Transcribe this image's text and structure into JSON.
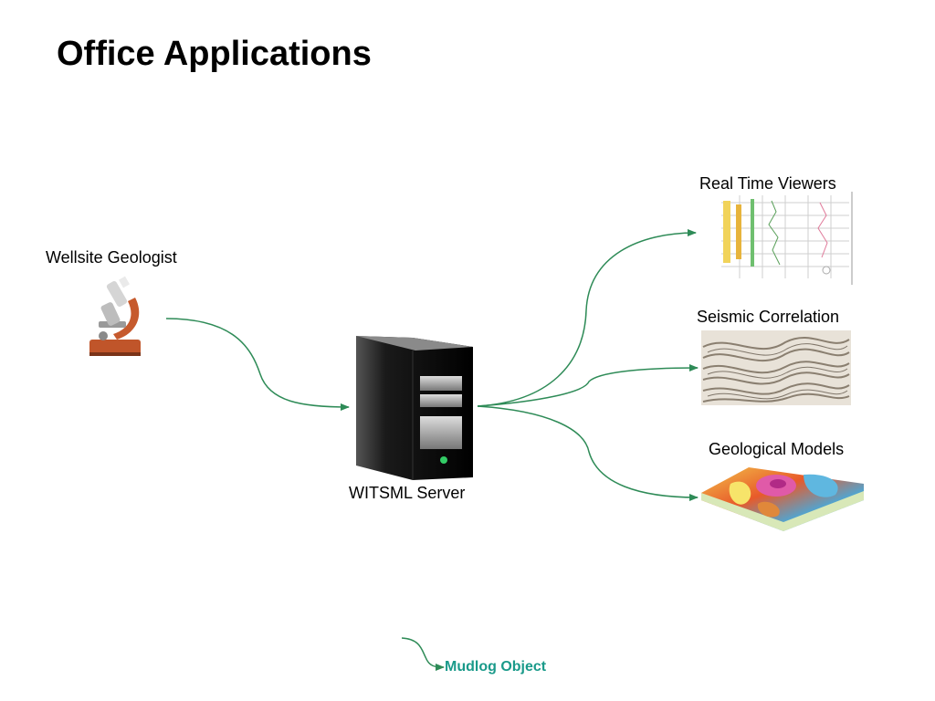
{
  "title": "Office Applications",
  "nodes": {
    "geologist": "Wellsite Geologist",
    "server": "WITSML Server",
    "viewers": "Real Time Viewers",
    "seismic": "Seismic Correlation",
    "models": "Geological Models"
  },
  "legend": {
    "label": "Mudlog Object"
  },
  "icons": {
    "geologist": "microscope-icon",
    "server": "server-tower-icon",
    "viewers": "log-viewer-image",
    "seismic": "seismic-section-image",
    "models": "geological-model-image"
  },
  "colors": {
    "arrow": "#2e8b57",
    "legend_text": "#1a9a8a"
  }
}
